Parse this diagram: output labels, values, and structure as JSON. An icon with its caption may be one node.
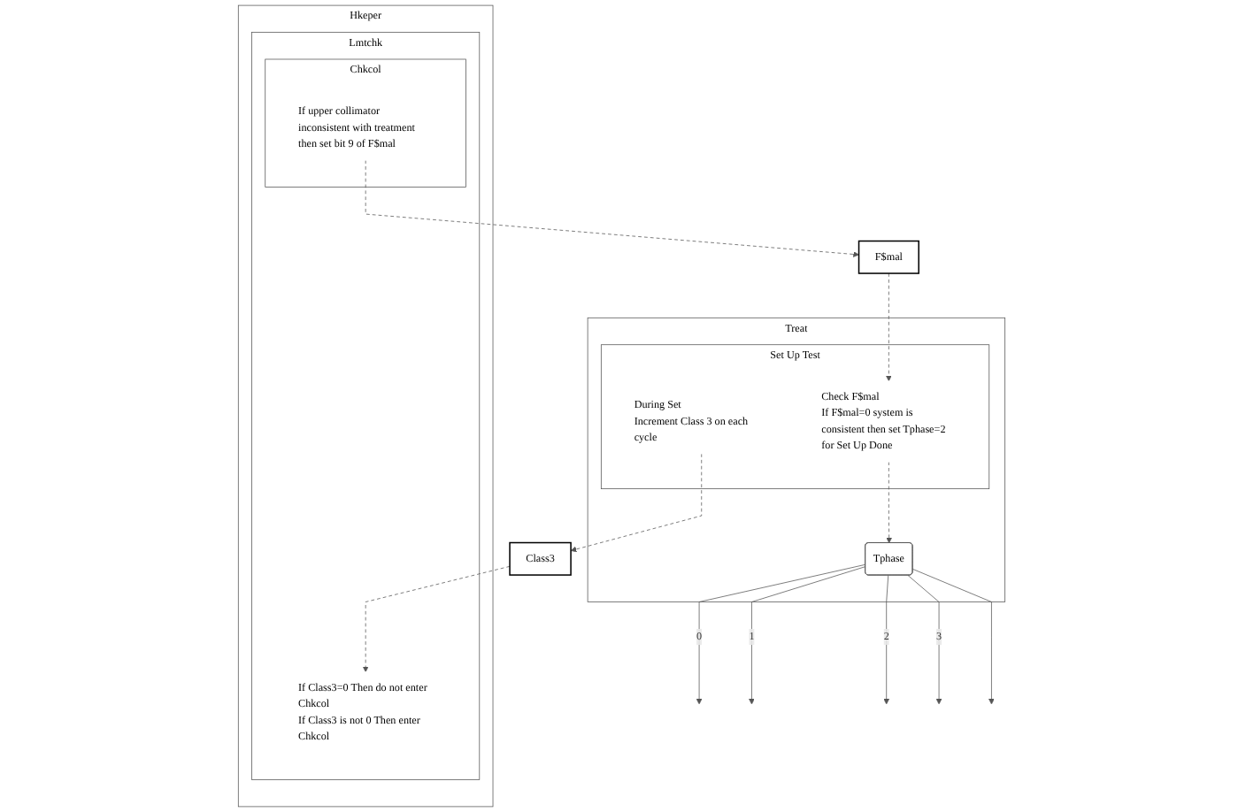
{
  "diagram": {
    "nodes": [
      {
        "text": [
          "Hkeper"
        ]
      },
      {
        "text": [
          "Lmtchk"
        ],
        "in": 0
      },
      {
        "text": [
          "If Class3=0 Then do not enter Chkcol",
          "If Class3 is not 0 Then enter Chkcol"
        ],
        "in": 1
      },
      {
        "text": [
          "Chkcol"
        ],
        "in": 1
      },
      {
        "text": [
          "If upper collimator inconsistent with treatment then set bit 9 of F$mal"
        ],
        "in": 3
      },
      {
        "text": [
          "Treat"
        ]
      },
      {
        "text": [
          "Tphase"
        ],
        "in": 5
      },
      {
        "text": [
          "Set Up Test"
        ],
        "in": 5
      },
      {
        "text": [
          "During Set",
          "Increment Class 3 on each cycle"
        ],
        "in": 7
      },
      {
        "text": [
          "Check F$mal",
          "If F$mal=0 system is consistent then set Tphase=2 for Set Up Done"
        ],
        "in": 7
      },
      {
        "text": [
          "F$mal"
        ]
      },
      {
        "text": [
          "Class3"
        ]
      }
    ],
    "edges": [
      {
        "from": 6,
        "to": null,
        "arrow": "to",
        "label": "0"
      },
      {
        "from": 6,
        "to": null,
        "arrow": "to",
        "label": "1"
      },
      {
        "from": 6,
        "to": null,
        "arrow": "to",
        "label": "2"
      },
      {
        "from": 6,
        "to": null,
        "arrow": "to",
        "label": "3"
      },
      {
        "from": 6,
        "to": null,
        "arrow": "to"
      },
      {
        "from": 4,
        "to": 10,
        "arrow": "to",
        "style": "dashed"
      },
      {
        "from": 10,
        "to": 9,
        "arrow": "to",
        "style": "dashed"
      },
      {
        "from": 11,
        "to": 2,
        "arrow": "to",
        "style": "dashed"
      },
      {
        "from": 8,
        "to": 11,
        "arrow": "to",
        "style": "dashed"
      },
      {
        "from": 9,
        "to": 6,
        "arrow": "to",
        "style": "dashed"
      }
    ]
  }
}
